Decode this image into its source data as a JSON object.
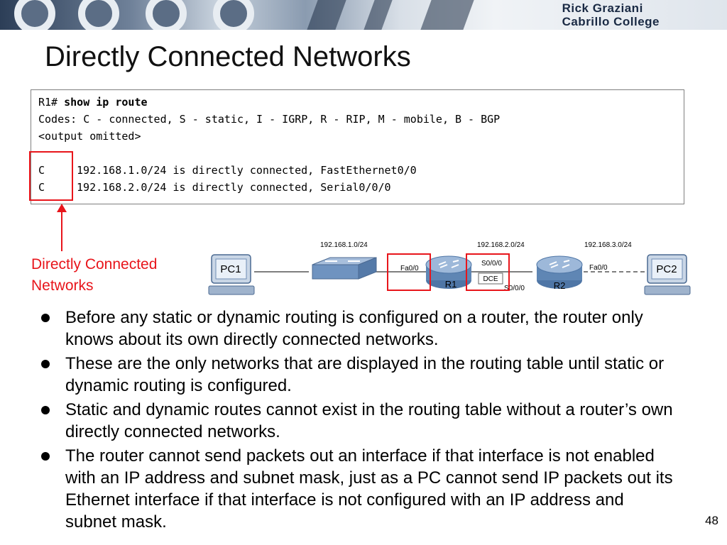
{
  "header": {
    "line1": "Rick Graziani",
    "line2": "Cabrillo College"
  },
  "title": "Directly Connected Networks",
  "cli": {
    "prompt": "R1# ",
    "command": "show ip route",
    "codes": "Codes: C - connected, S - static, I - IGRP, R - RIP, M - mobile, B - BGP",
    "omitted": "<output omitted>",
    "routes": [
      {
        "code": "C",
        "text": "192.168.1.0/24 is directly connected, FastEthernet0/0"
      },
      {
        "code": "C",
        "text": "192.168.2.0/24 is directly connected, Serial0/0/0"
      }
    ]
  },
  "callout": {
    "line1": "Directly Connected",
    "line2": "Networks"
  },
  "topology": {
    "net1": "192.168.1.0/24",
    "net2": "192.168.2.0/24",
    "net3": "192.168.3.0/24",
    "pc1": "PC1",
    "pc2": "PC2",
    "r1": "R1",
    "r2": "R2",
    "r1_fa": "Fa0/0",
    "r1_s0": "S0/0/0",
    "dce": "DCE",
    "r2_s0": "S0/0/0",
    "r2_fa": "Fa0/0"
  },
  "bullets": [
    "Before any static or dynamic routing is configured on a router, the router only knows about its own directly connected networks.",
    "These are the only networks that are displayed in the routing table until static or dynamic routing is configured.",
    "Static and dynamic routes cannot exist in the routing table without a router’s own directly connected networks.",
    "The router cannot send packets out an interface if that interface is not enabled with an IP address and subnet mask, just as a PC cannot send IP packets out its Ethernet interface if that interface is not configured with an IP address and subnet mask."
  ],
  "page_number": "48",
  "colors": {
    "accent_red": "#e8151b",
    "router_blue": "#5f86b4"
  }
}
